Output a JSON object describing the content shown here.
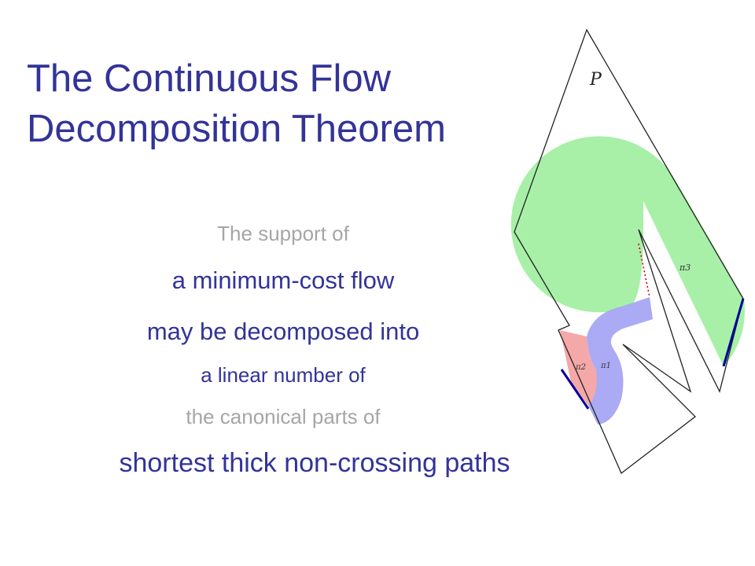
{
  "slide": {
    "title_lines": [
      "The Continuous Flow",
      "Decomposition Theorem"
    ],
    "statement_lines": [
      "The support of",
      "a minimum-cost flow",
      "may be decomposed into",
      "a linear number of",
      "the canonical parts of",
      "shortest thick non-crossing paths"
    ]
  },
  "diagram": {
    "polygon_label": "P",
    "path_labels": [
      "π3",
      "π2",
      "π1"
    ],
    "colors": {
      "region_green": "#a8f0a8",
      "path_red": "#f5a8a8",
      "path_blue": "#aaaaf5",
      "polygon_edge": "#222222",
      "boundary_blue": "#000099",
      "cut_red": "#cc0000",
      "text_blue": "#333399",
      "text_grey": "#a6a6a6"
    }
  }
}
